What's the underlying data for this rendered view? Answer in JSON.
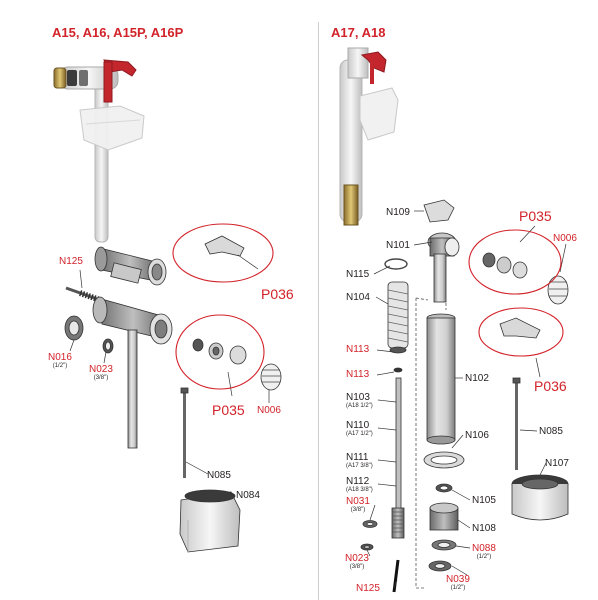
{
  "colors": {
    "accent": "#d2232a",
    "text": "#231f20",
    "line": "#6d6e71"
  },
  "headers": {
    "left": "A15, A16, A15P, A16P",
    "right": "A17, A18"
  },
  "labels": {
    "N125_left": "N125",
    "P036_left": "P036",
    "N016": {
      "code": "N016",
      "size": "(1/2\")"
    },
    "N023_left": {
      "code": "N023",
      "size": "(3/8\")"
    },
    "P035_left": "P035",
    "N006_left": "N006",
    "N085_left": "N085",
    "N084": "N084",
    "N109": "N109",
    "N101": "N101",
    "P035_right": "P035",
    "N006_right": "N006",
    "N115": "N115",
    "N104": "N104",
    "N113_a": "N113",
    "N113_b": "N113",
    "N102": "N102",
    "P036_right": "P036",
    "N103": {
      "code": "N103",
      "size": "(A18 1/2\")"
    },
    "N110": {
      "code": "N110",
      "size": "(A17 1/2\")"
    },
    "N106": "N106",
    "N085_right": "N085",
    "N111": {
      "code": "N111",
      "size": "(A17 3/8\")"
    },
    "N112": {
      "code": "N112",
      "size": "(A18 3/8\")"
    },
    "N107": "N107",
    "N031": {
      "code": "N031",
      "size": "(3/8\")"
    },
    "N105": "N105",
    "N108": "N108",
    "N023_right": {
      "code": "N023",
      "size": "(3/8\")"
    },
    "N088": {
      "code": "N088",
      "size": "(1/2\")"
    },
    "N039": {
      "code": "N039",
      "size": "(1/2\")"
    },
    "N125_right": "N125"
  }
}
